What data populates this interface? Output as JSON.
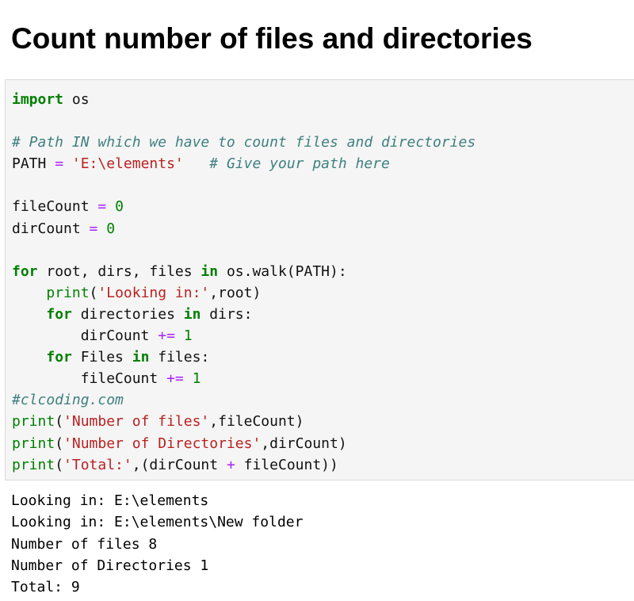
{
  "title": "Count number of files and directories",
  "code_lines": [
    [
      {
        "t": "import",
        "c": "kw"
      },
      {
        "t": " os",
        "c": ""
      }
    ],
    [],
    [
      {
        "t": "# Path IN which we have to count files and directories",
        "c": "cm"
      }
    ],
    [
      {
        "t": "PATH ",
        "c": ""
      },
      {
        "t": "=",
        "c": "op"
      },
      {
        "t": " ",
        "c": ""
      },
      {
        "t": "'E:\\elements'",
        "c": "st"
      },
      {
        "t": "   ",
        "c": ""
      },
      {
        "t": "# Give your path here",
        "c": "cm"
      }
    ],
    [],
    [
      {
        "t": "fileCount ",
        "c": ""
      },
      {
        "t": "=",
        "c": "op"
      },
      {
        "t": " ",
        "c": ""
      },
      {
        "t": "0",
        "c": "nm"
      }
    ],
    [
      {
        "t": "dirCount ",
        "c": ""
      },
      {
        "t": "=",
        "c": "op"
      },
      {
        "t": " ",
        "c": ""
      },
      {
        "t": "0",
        "c": "nm"
      }
    ],
    [],
    [
      {
        "t": "for",
        "c": "kw"
      },
      {
        "t": " root, dirs, files ",
        "c": ""
      },
      {
        "t": "in",
        "c": "kw"
      },
      {
        "t": " os.walk(PATH):",
        "c": ""
      }
    ],
    [
      {
        "t": "    ",
        "c": ""
      },
      {
        "t": "print",
        "c": "nb"
      },
      {
        "t": "(",
        "c": ""
      },
      {
        "t": "'Looking in:'",
        "c": "st"
      },
      {
        "t": ",root)",
        "c": ""
      }
    ],
    [
      {
        "t": "    ",
        "c": ""
      },
      {
        "t": "for",
        "c": "kw"
      },
      {
        "t": " directories ",
        "c": ""
      },
      {
        "t": "in",
        "c": "kw"
      },
      {
        "t": " dirs:",
        "c": ""
      }
    ],
    [
      {
        "t": "        dirCount ",
        "c": ""
      },
      {
        "t": "+=",
        "c": "op"
      },
      {
        "t": " ",
        "c": ""
      },
      {
        "t": "1",
        "c": "nm"
      }
    ],
    [
      {
        "t": "    ",
        "c": ""
      },
      {
        "t": "for",
        "c": "kw"
      },
      {
        "t": " Files ",
        "c": ""
      },
      {
        "t": "in",
        "c": "kw"
      },
      {
        "t": " files:",
        "c": ""
      }
    ],
    [
      {
        "t": "        fileCount ",
        "c": ""
      },
      {
        "t": "+=",
        "c": "op"
      },
      {
        "t": " ",
        "c": ""
      },
      {
        "t": "1",
        "c": "nm"
      }
    ],
    [
      {
        "t": "#clcoding.com",
        "c": "cm"
      }
    ],
    [
      {
        "t": "print",
        "c": "nb"
      },
      {
        "t": "(",
        "c": ""
      },
      {
        "t": "'Number of files'",
        "c": "st"
      },
      {
        "t": ",fileCount)",
        "c": ""
      }
    ],
    [
      {
        "t": "print",
        "c": "nb"
      },
      {
        "t": "(",
        "c": ""
      },
      {
        "t": "'Number of Directories'",
        "c": "st"
      },
      {
        "t": ",dirCount)",
        "c": ""
      }
    ],
    [
      {
        "t": "print",
        "c": "nb"
      },
      {
        "t": "(",
        "c": ""
      },
      {
        "t": "'Total:'",
        "c": "st"
      },
      {
        "t": ",(dirCount ",
        "c": ""
      },
      {
        "t": "+",
        "c": "op"
      },
      {
        "t": " fileCount))",
        "c": ""
      }
    ]
  ],
  "output_lines": [
    "Looking in: E:\\elements",
    "Looking in: E:\\elements\\New folder",
    "Number of files 8",
    "Number of Directories 1",
    "Total: 9"
  ],
  "colors": {
    "keyword": "#008000",
    "comment": "#408080",
    "string": "#ba2121",
    "operator": "#aa22ff",
    "number": "#008000",
    "cell_background": "#f5f5f5"
  }
}
